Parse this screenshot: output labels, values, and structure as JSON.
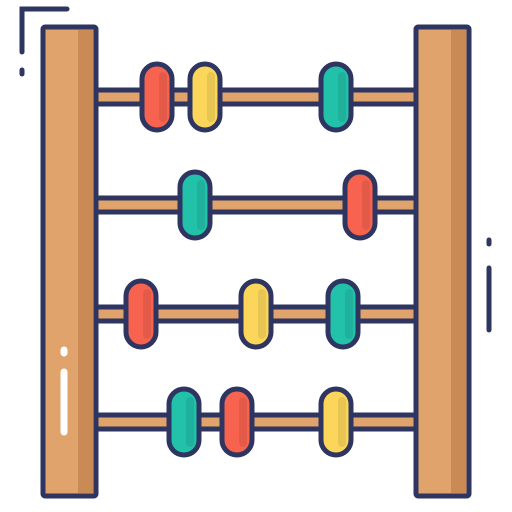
{
  "icon": {
    "name": "abacus-icon"
  },
  "colors": {
    "outline": "#2e3560",
    "frame": "#e0a36b",
    "frame_shade": "#c98a55",
    "rod": "#e0a36b",
    "bead_red": "#f7634f",
    "bead_yellow": "#fbd65a",
    "bead_teal": "#22c1a9",
    "background": "#ffffff",
    "highlight": "#ffffff"
  },
  "rows": [
    {
      "beads": [
        "red",
        "yellow",
        "teal"
      ]
    },
    {
      "beads": [
        "teal",
        "red"
      ]
    },
    {
      "beads": [
        "red",
        "yellow",
        "teal"
      ]
    },
    {
      "beads": [
        "teal",
        "red",
        "yellow"
      ]
    }
  ]
}
